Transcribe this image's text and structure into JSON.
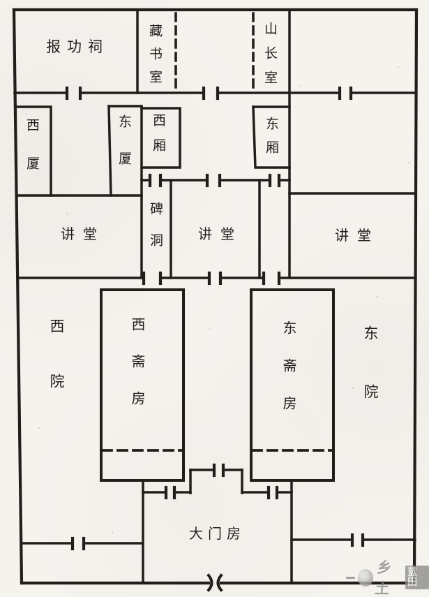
{
  "colors": {
    "paper": "#f5f3ee",
    "ink": "#221f1b",
    "watermark_gray": "#8e8d89"
  },
  "rooms": {
    "baogongci": "报功祠",
    "cangshushi": "藏书室",
    "shanzhangshi": "山长室",
    "xisha": "西厦",
    "dongsha": "东厦",
    "xixiang": "西厢",
    "dongxiang": "东厢",
    "jiangtang_west": "讲堂",
    "beidong": "碑洞",
    "jiangtang_center": "讲堂",
    "jiangtang_east": "讲堂",
    "xiyuan": "西院",
    "xizhaifang": "西斋房",
    "dongzhaifang": "东斋房",
    "dongyuan": "东院",
    "damenfang": "大门房"
  },
  "watermark": {
    "prefix": "乡土",
    "badge": "蓝田"
  }
}
